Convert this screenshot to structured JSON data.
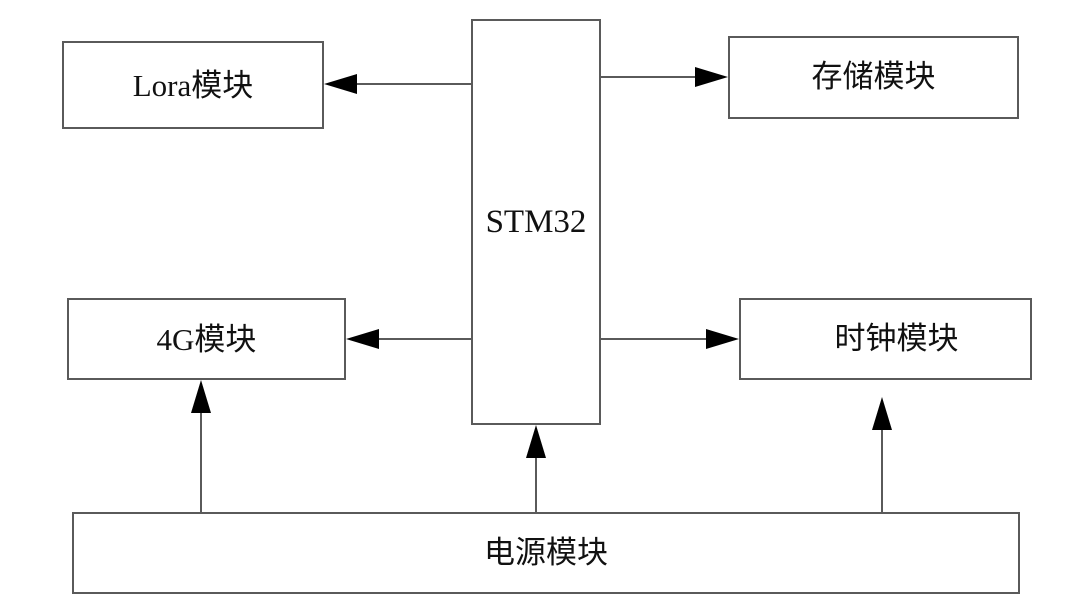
{
  "diagram": {
    "type": "block-diagram",
    "line_color": "#5a5a5a",
    "arrow_color": "#000000",
    "nodes": {
      "mcu": {
        "label": "STM32"
      },
      "lora": {
        "label": "Lora模块"
      },
      "storage": {
        "label": "存储模块"
      },
      "g4": {
        "label": "4G模块"
      },
      "clock": {
        "label": "时钟模块"
      },
      "power": {
        "label": "电源模块"
      }
    },
    "edges": [
      {
        "from": "mcu",
        "to": "lora"
      },
      {
        "from": "mcu",
        "to": "storage"
      },
      {
        "from": "mcu",
        "to": "g4"
      },
      {
        "from": "mcu",
        "to": "clock"
      },
      {
        "from": "power",
        "to": "g4"
      },
      {
        "from": "power",
        "to": "mcu"
      },
      {
        "from": "power",
        "to": "clock"
      }
    ]
  }
}
